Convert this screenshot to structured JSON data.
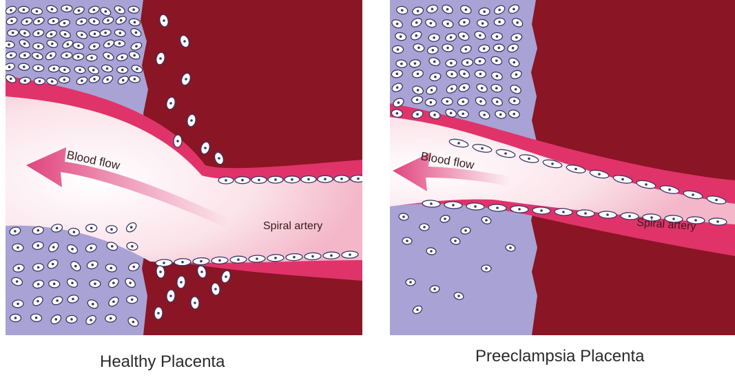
{
  "diagrams": [
    {
      "caption": "Healthy Placenta",
      "blood_flow_label": "Blood flow",
      "artery_label": "Spiral artery"
    },
    {
      "caption": "Preeclampsia Placenta",
      "blood_flow_label": "Blood flow",
      "artery_label": "Spiral artery"
    }
  ],
  "colors": {
    "decidua": "#8a1524",
    "trophoblast_tissue": "#a8a3d4",
    "artery_wall": "#e0336a",
    "endothelium": "#bfe4ea",
    "lumen": "#fbe3ea",
    "arrow": "#e0457e"
  }
}
